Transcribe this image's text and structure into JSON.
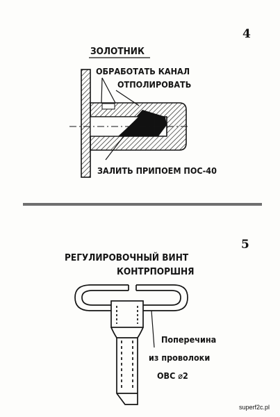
{
  "figure4": {
    "number": "4",
    "title": "ЗОЛОТНИК",
    "note_line1": "ОБРАБОТАТЬ КАНАЛ",
    "note_line2": "ОТПОЛИРОВАТЬ",
    "fill_note": "ЗАЛИТЬ ПРИПОЕМ ПОС-40"
  },
  "figure5": {
    "number": "5",
    "title_line1": "РЕГУЛИРОВОЧНЫЙ ВИНТ",
    "title_line2": "КОНТРПОРШНЯ",
    "note_line1": "Поперечина",
    "note_line2": "из проволоки",
    "note_line3": "ОВС ⌀2"
  },
  "watermark": "superf2c.pl",
  "colors": {
    "ink": "#141414",
    "divider": "#6f6f6f",
    "paper": "#fdfdfb"
  }
}
